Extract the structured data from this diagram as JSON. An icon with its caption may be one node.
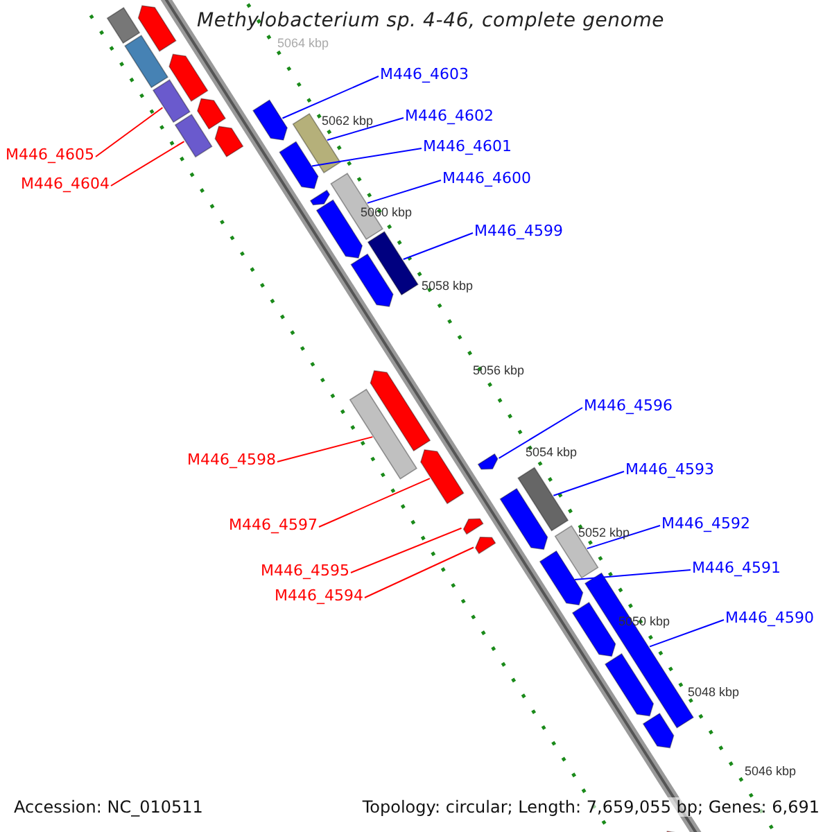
{
  "diagram": {
    "title": "Methylobacterium sp. 4-46, complete genome",
    "nodes": [
      {
        "text": [
          "M446_4603"
        ]
      },
      {
        "text": [
          "M446_4602"
        ]
      },
      {
        "text": [
          "M446_4601"
        ]
      },
      {
        "text": [
          "M446_4605"
        ]
      },
      {
        "text": [
          "M446_4600"
        ]
      },
      {
        "text": [
          "M446_4604"
        ]
      },
      {
        "text": [
          "M446_4599"
        ]
      },
      {
        "text": [
          "M446_4596"
        ]
      },
      {
        "text": [
          "M446_4598"
        ]
      },
      {
        "text": [
          "M446_4593"
        ]
      },
      {
        "text": [
          "M446_4597"
        ]
      },
      {
        "text": [
          "M446_4592"
        ]
      },
      {
        "text": [
          "M446_4591"
        ]
      },
      {
        "text": [
          "M446_4595"
        ]
      },
      {
        "text": [
          "M446_4594"
        ]
      },
      {
        "text": [
          "M446_4590"
        ]
      },
      {
        "text": [],
        "shape": "box"
      },
      {
        "text": [],
        "shape": "arrow"
      },
      {
        "text": [],
        "shape": "box"
      },
      {
        "text": [],
        "shape": "arrow"
      },
      {
        "text": [],
        "shape": "box"
      },
      {
        "text": [],
        "shape": "arrow"
      },
      {
        "text": [],
        "shape": "box"
      },
      {
        "text": [],
        "shape": "arrow"
      },
      {
        "text": [],
        "shape": "arrow"
      },
      {
        "text": [],
        "shape": "box"
      },
      {
        "text": [],
        "shape": "arrow"
      },
      {
        "text": [],
        "shape": "box"
      },
      {
        "text": [],
        "shape": "arrow"
      },
      {
        "text": [],
        "shape": "arrow"
      },
      {
        "text": [],
        "shape": "box"
      },
      {
        "text": [],
        "shape": "arrow"
      },
      {
        "text": [],
        "shape": "arrow"
      },
      {
        "text": [],
        "shape": "box"
      },
      {
        "text": [],
        "shape": "arrow"
      },
      {
        "text": [],
        "shape": "arrow"
      },
      {
        "text": [],
        "shape": "box"
      },
      {
        "text": [],
        "shape": "arrow"
      },
      {
        "text": [],
        "shape": "arrow"
      },
      {
        "text": [],
        "shape": "arrow"
      },
      {
        "text": [],
        "shape": "box"
      },
      {
        "text": [],
        "shape": "arrow"
      },
      {
        "text": [],
        "shape": "box"
      },
      {
        "text": [],
        "shape": "arrow"
      },
      {
        "text": [],
        "shape": "arrow"
      },
      {
        "text": [],
        "shape": "arrow"
      },
      {
        "text": [],
        "shape": "arrow"
      }
    ],
    "edges": [
      {
        "from": 0,
        "to": 24,
        "arrow": "none"
      },
      {
        "from": 1,
        "to": 25,
        "arrow": "none"
      },
      {
        "from": 2,
        "to": 26,
        "arrow": "none"
      },
      {
        "from": 3,
        "to": 20,
        "arrow": "none",
        "color": "#ff0000"
      },
      {
        "from": 4,
        "to": 27,
        "arrow": "none"
      },
      {
        "from": 5,
        "to": 22,
        "arrow": "none",
        "color": "#ff0000"
      },
      {
        "from": 6,
        "to": 30,
        "arrow": "none"
      },
      {
        "from": 7,
        "to": 35,
        "arrow": "none"
      },
      {
        "from": 8,
        "to": 33,
        "arrow": "none",
        "color": "#ff0000"
      },
      {
        "from": 9,
        "to": 36,
        "arrow": "none"
      },
      {
        "from": 10,
        "to": 34,
        "arrow": "none",
        "color": "#ff0000"
      },
      {
        "from": 11,
        "to": 40,
        "arrow": "none"
      },
      {
        "from": 12,
        "to": 41,
        "arrow": "none"
      },
      {
        "from": 13,
        "to": 38,
        "arrow": "none",
        "color": "#ff0000"
      },
      {
        "from": 14,
        "to": 39,
        "arrow": "none",
        "color": "#ff0000"
      },
      {
        "from": 15,
        "to": 42,
        "arrow": "none"
      }
    ],
    "labels": [
      "5064 kbp",
      "5062 kbp",
      "5060 kbp",
      "5058 kbp",
      "5056 kbp",
      "5054 kbp",
      "5052 kbp",
      "5050 kbp",
      "5048 kbp",
      "5046 kbp",
      "Accession: NC_010511",
      "Topology: circular; Length: 7,659,055 bp; Genes: 6,691"
    ]
  }
}
